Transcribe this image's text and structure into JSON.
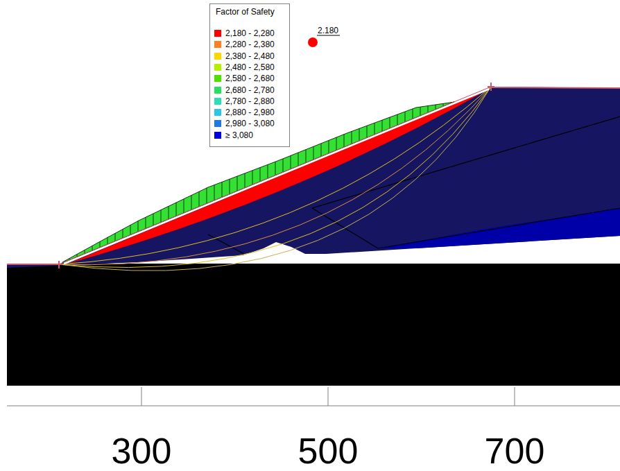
{
  "diagram": {
    "labels": [
      "Factor of Safety",
      "2.180",
      "300",
      "500",
      "700"
    ],
    "legend": [
      {
        "text": "2,180 - 2,280",
        "color": "#ff0000"
      },
      {
        "text": "2,280 - 2,380",
        "color": "#ff7f1e"
      },
      {
        "text": "2,380 - 2,480",
        "color": "#ffd700"
      },
      {
        "text": "2,480 - 2,580",
        "color": "#b4f000"
      },
      {
        "text": "2,580 - 2,680",
        "color": "#50e000"
      },
      {
        "text": "2,680 - 2,780",
        "color": "#28e060"
      },
      {
        "text": "2,780 - 2,880",
        "color": "#28e0b4"
      },
      {
        "text": "2,880 - 2,980",
        "color": "#28c8e6"
      },
      {
        "text": "2,980 - 3,080",
        "color": "#1e78e6"
      },
      {
        "text": "≥ 3,080",
        "color": "#0000dc"
      }
    ]
  }
}
